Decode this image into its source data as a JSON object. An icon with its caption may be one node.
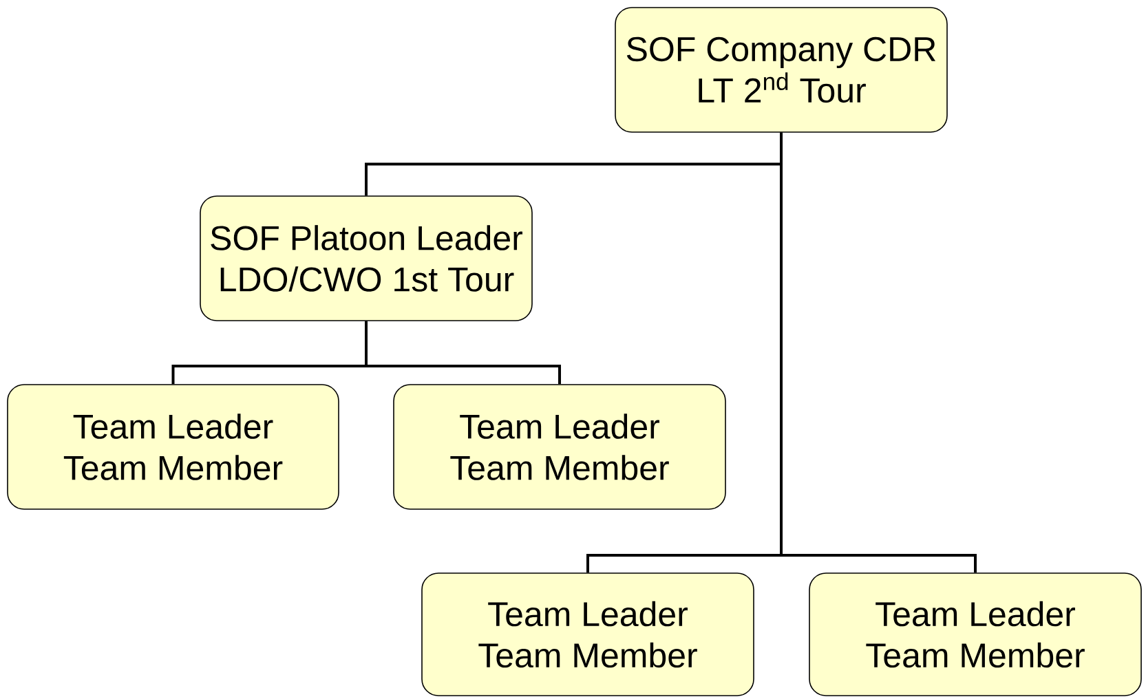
{
  "diagram": {
    "nodes": [
      {
        "text": [
          "SOF Company CDR",
          "LT 2$^{nd}$ Tour"
        ]
      },
      {
        "text": [
          "SOF Platoon Leader",
          "LDO/CWO 1st Tour"
        ]
      },
      {
        "text": [
          "Team Leader",
          "Team Member"
        ]
      },
      {
        "text": [
          "Team Leader",
          "Team Member"
        ]
      },
      {
        "text": [
          "Team Leader",
          "Team Member"
        ]
      },
      {
        "text": [
          "Team Leader",
          "Team Member"
        ]
      }
    ],
    "edges": [
      {
        "from": 0,
        "to": 1,
        "arrow": "none"
      },
      {
        "from": 1,
        "to": 2,
        "arrow": "none"
      },
      {
        "from": 1,
        "to": 3,
        "arrow": "none"
      },
      {
        "from": 0,
        "to": 4,
        "arrow": "none"
      },
      {
        "from": 0,
        "to": 5,
        "arrow": "none"
      }
    ]
  }
}
